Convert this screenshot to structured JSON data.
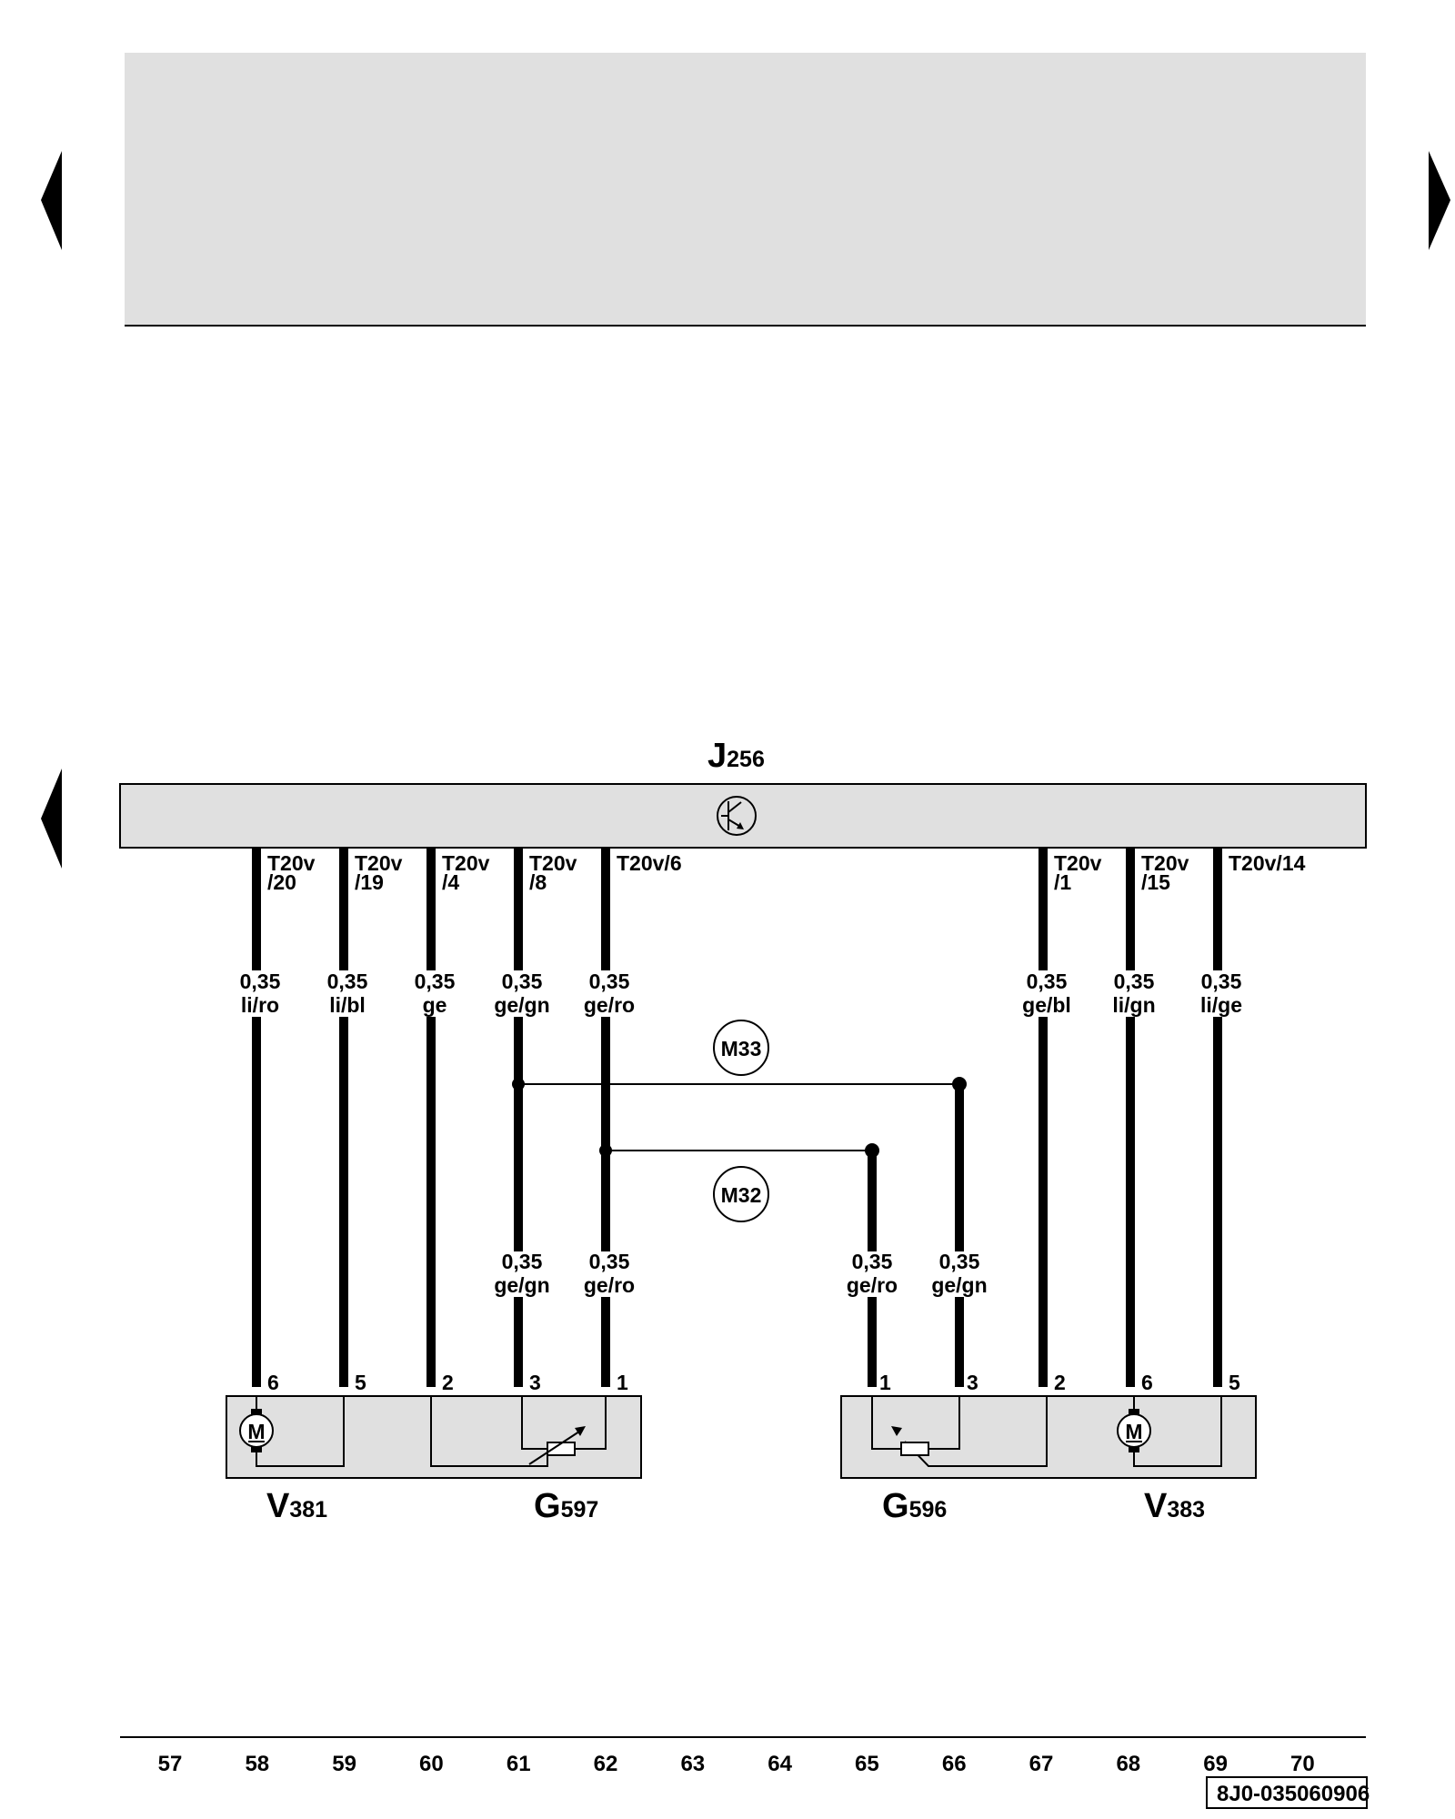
{
  "navigation": {
    "prev_label": "◀",
    "next_label": "▶"
  },
  "control_unit": {
    "letter": "J",
    "sub": "256",
    "symbol": "electronic-control-unit-icon"
  },
  "pins_top": [
    {
      "l1": "T20v",
      "l2": "/20"
    },
    {
      "l1": "T20v",
      "l2": "/19"
    },
    {
      "l1": "T20v",
      "l2": "/4"
    },
    {
      "l1": "T20v",
      "l2": "/8"
    },
    {
      "l1": "T20v/6",
      "l2": ""
    },
    {
      "l1": "T20v",
      "l2": "/1"
    },
    {
      "l1": "T20v",
      "l2": "/15"
    },
    {
      "l1": "T20v/14",
      "l2": ""
    }
  ],
  "wires_top": [
    {
      "size": "0,35",
      "color": "li/ro"
    },
    {
      "size": "0,35",
      "color": "li/bl"
    },
    {
      "size": "0,35",
      "color": "ge"
    },
    {
      "size": "0,35",
      "color": "ge/gn"
    },
    {
      "size": "0,35",
      "color": "ge/ro"
    },
    {
      "size": "0,35",
      "color": "ge/bl"
    },
    {
      "size": "0,35",
      "color": "li/gn"
    },
    {
      "size": "0,35",
      "color": "li/ge"
    }
  ],
  "wires_bottom": [
    {
      "size": "0,35",
      "color": "ge/gn"
    },
    {
      "size": "0,35",
      "color": "ge/ro"
    },
    {
      "size": "0,35",
      "color": "ge/ro"
    },
    {
      "size": "0,35",
      "color": "ge/gn"
    }
  ],
  "splices": [
    "M33",
    "M32"
  ],
  "pins_bottom": [
    "6",
    "5",
    "2",
    "3",
    "1",
    "1",
    "3",
    "2",
    "6",
    "5"
  ],
  "components": [
    {
      "letter": "V",
      "sub": "381"
    },
    {
      "letter": "G",
      "sub": "597"
    },
    {
      "letter": "G",
      "sub": "596"
    },
    {
      "letter": "V",
      "sub": "383"
    }
  ],
  "motor_symbol": "M",
  "ruler": [
    "57",
    "58",
    "59",
    "60",
    "61",
    "62",
    "63",
    "64",
    "65",
    "66",
    "67",
    "68",
    "69",
    "70"
  ],
  "doc_number": "8J0-035060906"
}
